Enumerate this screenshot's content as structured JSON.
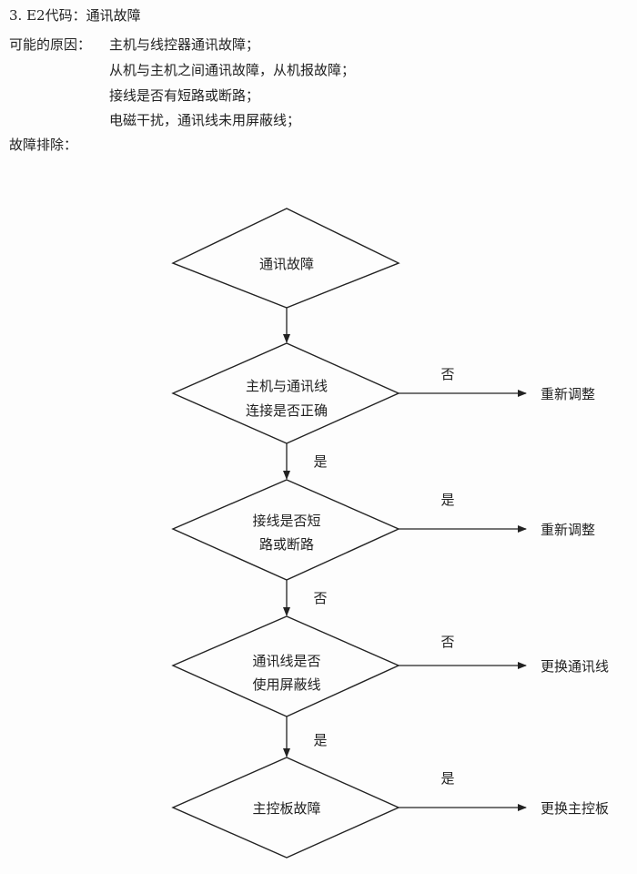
{
  "header": {
    "number": "3.",
    "title": "E2代码：通讯故障"
  },
  "causes": {
    "label": "可能的原因：",
    "items": [
      "主机与线控器通讯故障；",
      "从机与主机之间通讯故障，从机报故障；",
      "接线是否有短路或断路；",
      "电磁干扰，通讯线未用屏蔽线；"
    ]
  },
  "troubleshooting": {
    "label": "故障排除："
  },
  "flowchart": {
    "start": [
      "通讯故障"
    ],
    "decisions": [
      {
        "lines": [
          "主机与通讯线",
          "连接是否正确"
        ],
        "side_label": "否",
        "side_action": "重新调整",
        "down_label": "是"
      },
      {
        "lines": [
          "接线是否短",
          "路或断路"
        ],
        "side_label": "是",
        "side_action": "重新调整",
        "down_label": "否"
      },
      {
        "lines": [
          "通讯线是否",
          "使用屏蔽线"
        ],
        "side_label": "否",
        "side_action": "更换通讯线",
        "down_label": "是"
      },
      {
        "lines": [
          "主控板故障"
        ],
        "side_label": "是",
        "side_action": "更换主控板"
      }
    ]
  }
}
